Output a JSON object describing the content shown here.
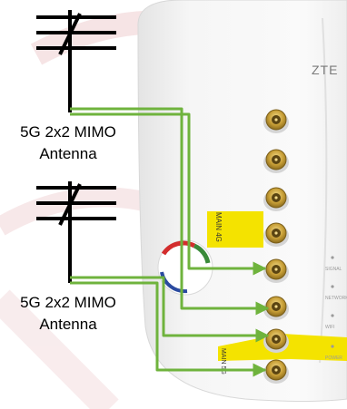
{
  "brand": "ZTE",
  "antennas": [
    {
      "line1": "5G 2x2 MIMO",
      "line2": "Antenna"
    },
    {
      "line1": "5G 2x2 MIMO",
      "line2": "Antenna"
    }
  ],
  "port_tags": {
    "upper": "MAIN 4G",
    "lower": "MAIN 5G"
  },
  "status_labels": [
    "SIGNAL",
    "NETWORK",
    "WIFI",
    "POWER"
  ],
  "colors": {
    "cable": "#6fb33d",
    "arrow": "#6fb33d",
    "tag": "#f4e300",
    "connector": "#c8a23a",
    "housing": "#f4f4f4",
    "watermark": "#e9b9bd"
  }
}
